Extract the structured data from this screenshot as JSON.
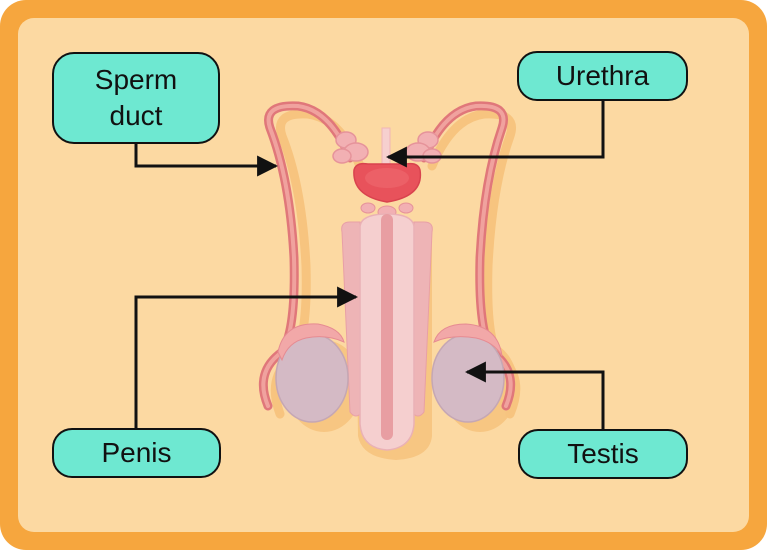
{
  "labels": {
    "sperm_duct": "Sperm\nduct",
    "urethra": "Urethra",
    "penis": "Penis",
    "testis": "Testis"
  },
  "colors": {
    "frame": "#f6a63e",
    "panel": "#fcd9a2",
    "label_fill": "#6ee8d1",
    "outline": "#111111",
    "duct": "#e98a84",
    "bladder": "#e8525b",
    "penis": "#f2c4c4",
    "testis": "#d4bac5"
  }
}
